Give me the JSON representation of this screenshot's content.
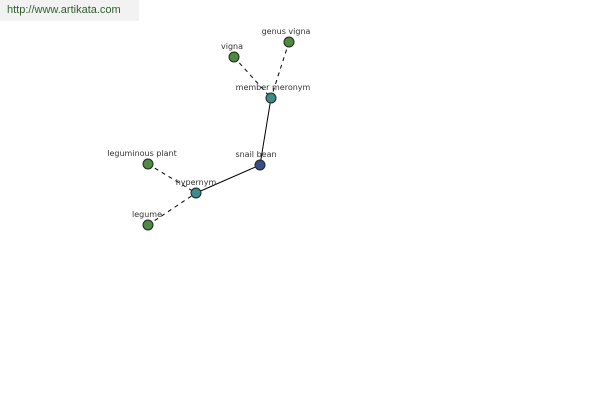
{
  "banner": {
    "url_text": "http://www.artikata.com"
  },
  "colors": {
    "leaf_node": "#4e8a42",
    "relation_node": "#3f8a8c",
    "root_node": "#3c4a8a"
  },
  "graph": {
    "nodes": [
      {
        "id": "vigna",
        "label": "vigna",
        "kind": "leaf_node"
      },
      {
        "id": "genus_vigna",
        "label": "genus vigna",
        "kind": "leaf_node"
      },
      {
        "id": "member_meronym",
        "label": "member meronym",
        "kind": "relation_node"
      },
      {
        "id": "snail_bean",
        "label": "snail bean",
        "kind": "root_node"
      },
      {
        "id": "leguminous_plant",
        "label": "leguminous plant",
        "kind": "leaf_node"
      },
      {
        "id": "hypernym",
        "label": "hypernym",
        "kind": "relation_node"
      },
      {
        "id": "legume",
        "label": "legume",
        "kind": "leaf_node"
      }
    ],
    "edges": [
      {
        "from": "vigna",
        "to": "member_meronym",
        "style": "dashed"
      },
      {
        "from": "genus_vigna",
        "to": "member_meronym",
        "style": "dashed"
      },
      {
        "from": "member_meronym",
        "to": "snail_bean",
        "style": "solid"
      },
      {
        "from": "snail_bean",
        "to": "hypernym",
        "style": "solid"
      },
      {
        "from": "leguminous_plant",
        "to": "hypernym",
        "style": "dashed"
      },
      {
        "from": "legume",
        "to": "hypernym",
        "style": "dashed"
      }
    ]
  }
}
